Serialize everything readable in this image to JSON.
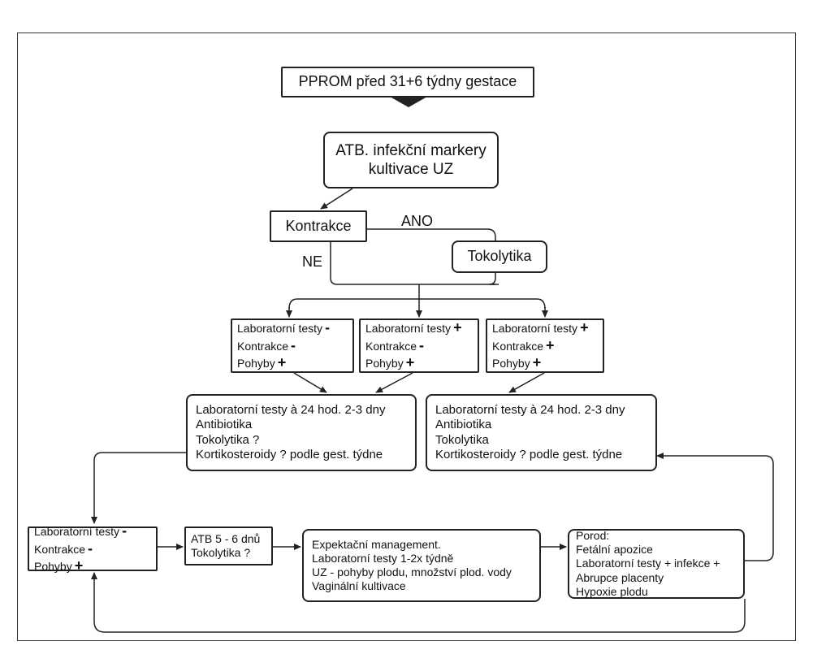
{
  "title": "PPROM před 31+6 týdny gestace",
  "atb_box": {
    "lines": [
      "ATB. infekční markery",
      "kultivace UZ"
    ]
  },
  "kontrakce_box": "Kontrakce",
  "tokolytika_box": "Tokolytika",
  "branch_labels": {
    "yes": "ANO",
    "no": "NE"
  },
  "test_boxes": [
    {
      "rows": [
        {
          "label": "Laboratorní testy",
          "sign": "-"
        },
        {
          "label": "Kontrakce",
          "sign": "-"
        },
        {
          "label": "Pohyby",
          "sign": "+"
        }
      ]
    },
    {
      "rows": [
        {
          "label": "Laboratorní testy",
          "sign": "+"
        },
        {
          "label": "Kontrakce",
          "sign": "-"
        },
        {
          "label": "Pohyby",
          "sign": "+"
        }
      ]
    },
    {
      "rows": [
        {
          "label": "Laboratorní testy",
          "sign": "+"
        },
        {
          "label": "Kontrakce",
          "sign": "+"
        },
        {
          "label": "Pohyby",
          "sign": "+"
        }
      ]
    }
  ],
  "mgmt_left": {
    "lines": [
      "Laboratorní testy  à 24 hod. 2-3 dny",
      "Antibiotika",
      "Tokolytika  ?",
      "Kortikosteroidy ? podle gest. týdne"
    ]
  },
  "mgmt_right": {
    "lines": [
      "Laboratorní testy  à 24 hod. 2-3 dny",
      "Antibiotika",
      "Tokolytika",
      "Kortikosteroidy ? podle gest. týdne"
    ]
  },
  "bottom_test_box": {
    "rows": [
      {
        "label": "Laboratorní testy",
        "sign": "-"
      },
      {
        "label": "Kontrakce",
        "sign": "-"
      },
      {
        "label": "Pohyby",
        "sign": "+"
      }
    ]
  },
  "atb_days_box": {
    "lines": [
      "ATB 5 - 6 dnů",
      "Tokolytika ?"
    ]
  },
  "expect_box": {
    "lines": [
      "Expektační management.",
      "Laboratorní testy 1-2x týdně",
      "UZ - pohyby plodu, množství plod. vody",
      "Vaginální kultivace"
    ]
  },
  "porod_box": {
    "lines": [
      "Porod:",
      "Fetální apozice",
      "Laboratorní testy + infekce +",
      "Abrupce placenty",
      "Hypoxie plodu"
    ]
  }
}
